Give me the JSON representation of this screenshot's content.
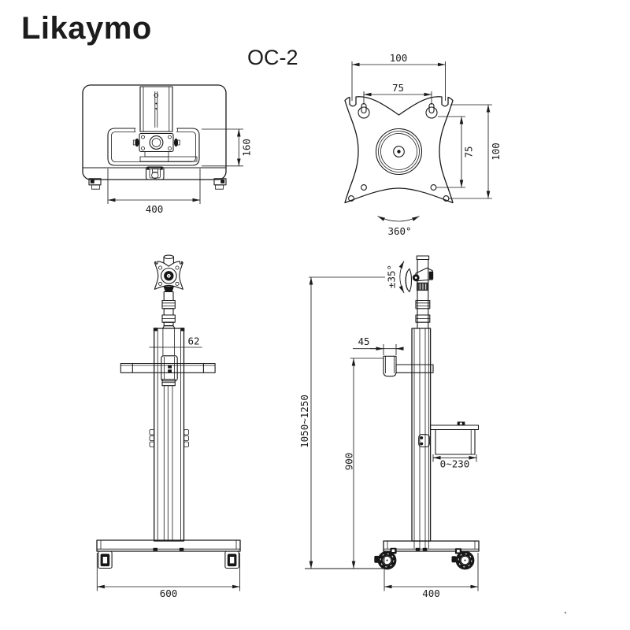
{
  "page": {
    "background": "#ffffff",
    "ink": "#1a1a1a"
  },
  "header": {
    "brand": "Likaymo",
    "model": "OC-2"
  },
  "views": {
    "base_top": {
      "dim_depth": "160",
      "dim_width": "400"
    },
    "vesa": {
      "dim_top_outer": "100",
      "dim_top_inner": "75",
      "dim_side_inner": "75",
      "dim_side_outer": "100",
      "dim_rotation": "360°"
    },
    "front": {
      "dim_pole": "62",
      "dim_height": "1050~1250",
      "dim_base": "600"
    },
    "side": {
      "dim_tilt": "±35°",
      "dim_hook": "45",
      "dim_column": "900",
      "dim_tray": "0~230",
      "dim_base": "400"
    }
  }
}
